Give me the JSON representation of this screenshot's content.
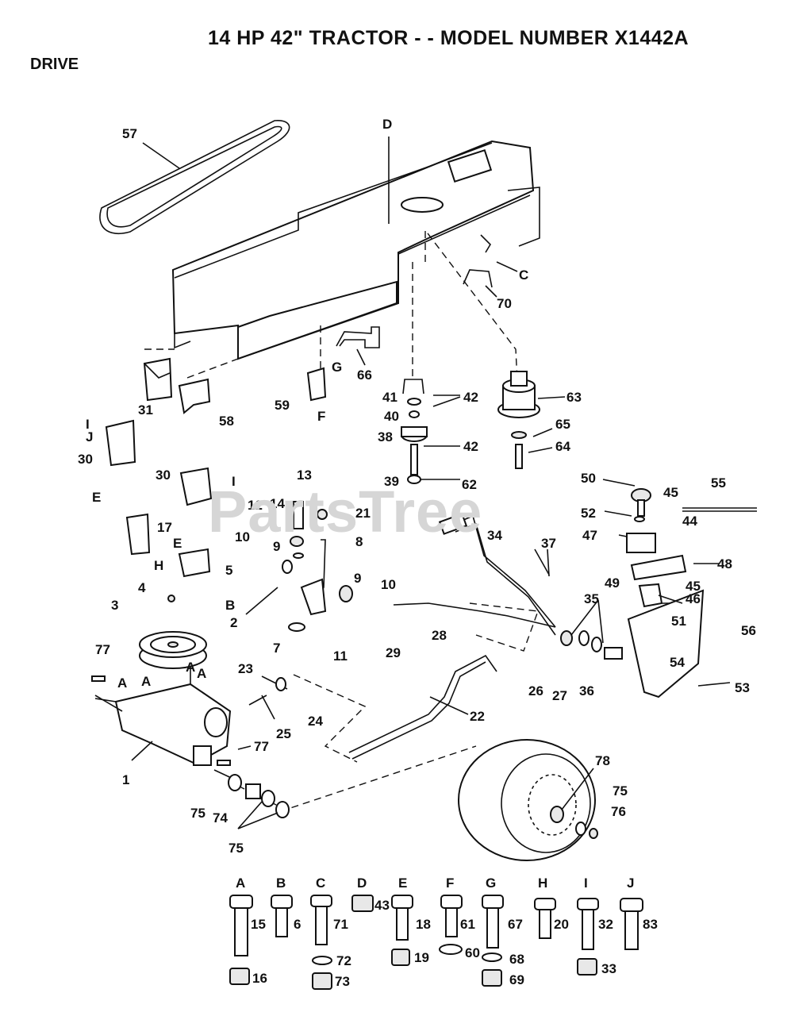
{
  "header": {
    "title": "14 HP 42\" TRACTOR - - MODEL NUMBER X1442A",
    "section": "DRIVE"
  },
  "watermark": "PartsTree",
  "callouts": {
    "n57": "57",
    "D": "D",
    "C": "C",
    "n70": "70",
    "G": "G",
    "n66": "66",
    "n31": "31",
    "n58": "58",
    "n59": "59",
    "F": "F",
    "n41": "41",
    "n42a": "42",
    "n40": "40",
    "n38": "38",
    "n42b": "42",
    "n39": "39",
    "n63": "63",
    "n65": "65",
    "n64": "64",
    "I1": "I",
    "J1": "J",
    "n30a": "30",
    "n30b": "30",
    "I2": "I",
    "E1": "E",
    "n17": "17",
    "E2": "E",
    "H": "H",
    "n5": "5",
    "B": "B",
    "n13": "13",
    "n12": "12",
    "n14": "14",
    "n21": "21",
    "n8": "8",
    "n10a": "10",
    "n9a": "9",
    "n9b": "9",
    "n10b": "10",
    "n2": "2",
    "n7": "7",
    "n11": "11",
    "n62": "62",
    "n34": "34",
    "n37": "37",
    "n50": "50",
    "n52": "52",
    "n45a": "45",
    "n44": "44",
    "n55": "55",
    "n47": "47",
    "n48": "48",
    "n49": "49",
    "n45b": "45",
    "n46": "46",
    "n35": "35",
    "n51": "51",
    "n56": "56",
    "n29": "29",
    "n28": "28",
    "n26": "26",
    "n27": "27",
    "n36": "36",
    "n54": "54",
    "n53": "53",
    "n4": "4",
    "n3": "3",
    "n77a": "77",
    "A1": "A",
    "A2": "A",
    "A3": "A",
    "A4": "A",
    "n23": "23",
    "n24": "24",
    "n25": "25",
    "n22": "22",
    "n77b": "77",
    "n1": "1",
    "n78": "78",
    "n75a": "75",
    "n76": "76",
    "n75b": "75",
    "n74": "74",
    "n75c": "75"
  },
  "hardware": [
    {
      "letter": "A",
      "bolt": "15",
      "nut": "16"
    },
    {
      "letter": "B",
      "bolt": "6"
    },
    {
      "letter": "C",
      "bolt": "71",
      "washer": "72",
      "nut": "73"
    },
    {
      "letter": "D",
      "bolt": "43"
    },
    {
      "letter": "E",
      "bolt": "18",
      "nut": "19"
    },
    {
      "letter": "F",
      "bolt": "61",
      "washer": "60"
    },
    {
      "letter": "G",
      "bolt": "67",
      "washer": "68",
      "nut": "69"
    },
    {
      "letter": "H",
      "bolt": "20"
    },
    {
      "letter": "I",
      "bolt": "32",
      "nut": "33"
    },
    {
      "letter": "J",
      "bolt": "83"
    }
  ]
}
